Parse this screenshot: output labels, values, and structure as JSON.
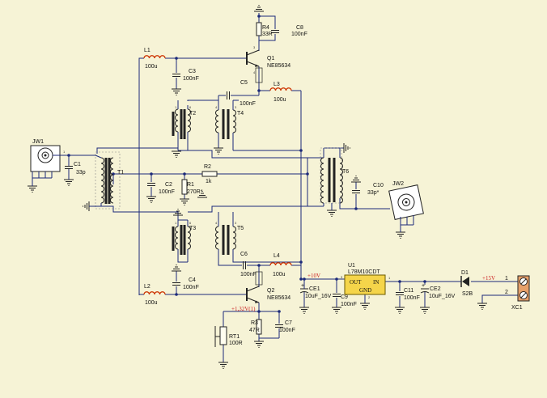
{
  "colors": {
    "background": "#f6f3d6",
    "wire": "#1c2a7a",
    "inductor": "#cc3300",
    "regulator_body": "#f5d54a",
    "net_label": "#cc2222"
  },
  "components": {
    "jw1": {
      "ref": "JW1"
    },
    "jw2": {
      "ref": "JW2"
    },
    "c1": {
      "ref": "C1",
      "value": "33p"
    },
    "c2": {
      "ref": "C2",
      "value": "100nF"
    },
    "c3": {
      "ref": "C3",
      "value": "100nF"
    },
    "c4": {
      "ref": "C4",
      "value": "100nF"
    },
    "c5": {
      "ref": "C5",
      "value": "100nF"
    },
    "c6": {
      "ref": "C6",
      "value": "100nF"
    },
    "c7": {
      "ref": "C7",
      "value": "100nF"
    },
    "c8": {
      "ref": "C8",
      "value": "100nF"
    },
    "c9": {
      "ref": "C9",
      "value": "100nF"
    },
    "c10": {
      "ref": "C10",
      "value": "33p*"
    },
    "c11": {
      "ref": "C11",
      "value": "100nF"
    },
    "ce1": {
      "ref": "CE1",
      "value": "10uF_16V"
    },
    "ce2": {
      "ref": "CE2",
      "value": "10uF_16V"
    },
    "l1": {
      "ref": "L1",
      "value": "100u"
    },
    "l2": {
      "ref": "L2",
      "value": "100u"
    },
    "l3": {
      "ref": "L3",
      "value": "100u"
    },
    "l4": {
      "ref": "L4",
      "value": "100u"
    },
    "r1": {
      "ref": "R1",
      "value": "270R*"
    },
    "r2": {
      "ref": "R2",
      "value": "1k"
    },
    "r3": {
      "ref": "R3",
      "value": "47R"
    },
    "r4": {
      "ref": "R4",
      "value": "33R"
    },
    "rt1": {
      "ref": "RT1",
      "value": "100R"
    },
    "q1": {
      "ref": "Q1",
      "value": "NE85634"
    },
    "q2": {
      "ref": "Q2",
      "value": "NE85634"
    },
    "t1": {
      "ref": "T1"
    },
    "t2": {
      "ref": "T2"
    },
    "t3": {
      "ref": "T3"
    },
    "t4": {
      "ref": "T4"
    },
    "t5": {
      "ref": "T5"
    },
    "t6": {
      "ref": "T6"
    },
    "u1": {
      "ref": "U1",
      "value": "L78M10CDT",
      "pin_out": "OUT",
      "pin_in": "IN",
      "pin_gnd": "GND"
    },
    "d1": {
      "ref": "D1",
      "value": "S2B"
    },
    "xc1": {
      "ref": "XC1"
    }
  },
  "nets": {
    "v10": "+10V",
    "v15": "+15V",
    "v132": "+1,32V(1)"
  },
  "pins": {
    "p1": "1",
    "p2": "2",
    "p3": "3",
    "p4": "4",
    "p5": "5",
    "p6": "6"
  }
}
